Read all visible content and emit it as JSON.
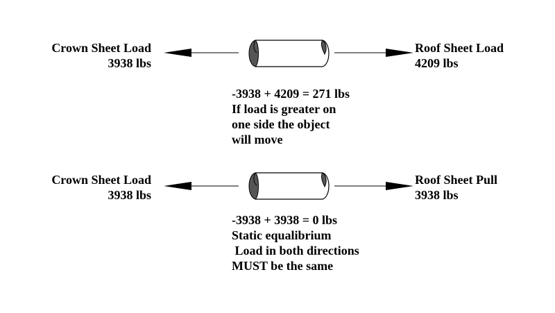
{
  "diagram1": {
    "left_label": "Crown Sheet Load",
    "left_value": "3938 lbs",
    "right_label": "Roof Sheet Load",
    "right_value": "4209 lbs",
    "note_lines": [
      "-3938 + 4209 = 271 lbs",
      "If load is greater on",
      "one side the object",
      "will move"
    ]
  },
  "diagram2": {
    "left_label": "Crown Sheet Load",
    "left_value": "3938 lbs",
    "right_label": "Roof Sheet Pull",
    "right_value": "3938 lbs",
    "note_lines": [
      "-3938 + 3938 = 0 lbs",
      "Static equalibrium",
      " Load in both directions",
      "MUST be the same"
    ]
  },
  "colors": {
    "stroke": "#000000",
    "cap_fill": "#555555",
    "background": "#ffffff"
  },
  "icons": {
    "left_arrow": "left-arrow-icon",
    "right_arrow": "right-arrow-icon",
    "cylinder": "cylinder-icon"
  }
}
